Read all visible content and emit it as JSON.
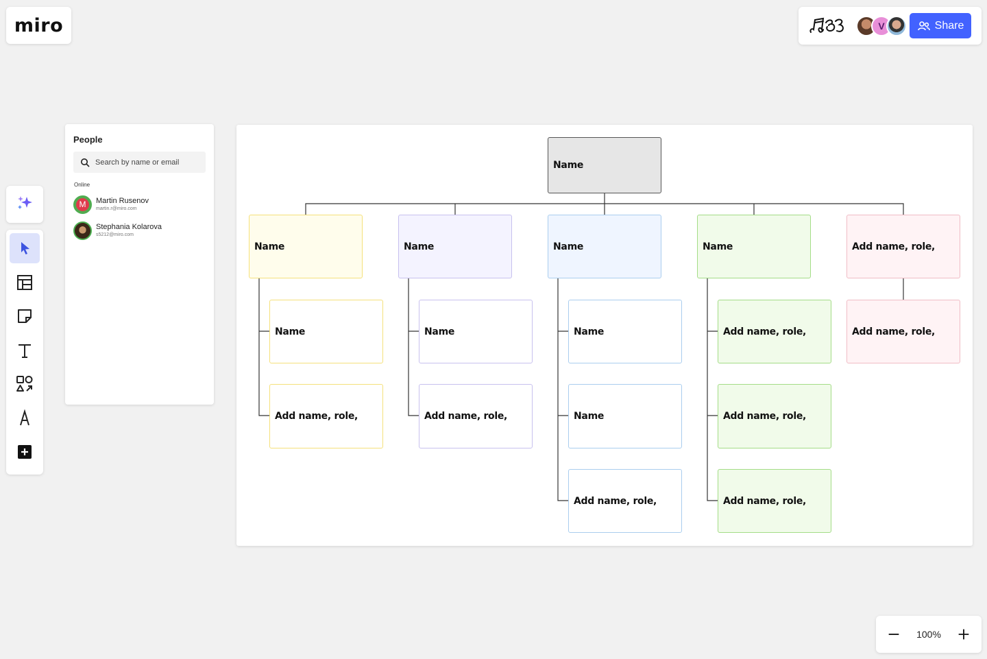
{
  "app": {
    "logo_text": "miro"
  },
  "header": {
    "share_label": "Share",
    "collaborators": [
      {
        "initial": ""
      },
      {
        "initial": "V"
      },
      {
        "initial": ""
      }
    ]
  },
  "toolbar": {
    "icons": [
      "ai-sparkle-icon",
      "select-cursor-icon",
      "templates-icon",
      "sticky-note-icon",
      "text-icon",
      "shapes-icon",
      "pen-icon",
      "add-more-icon"
    ]
  },
  "people": {
    "title": "People",
    "search_placeholder": "Search by name or email",
    "online_label": "Online",
    "users": [
      {
        "initial": "M",
        "name": "Martin Rusenov",
        "email": "martin.r@miro.com"
      },
      {
        "initial": "",
        "name": "Stephania Kolarova",
        "email": "s5212@miro.com"
      }
    ]
  },
  "org_chart": {
    "root": "Name",
    "columns": [
      {
        "head": "Name",
        "children": [
          "Name",
          "Add name, role,"
        ]
      },
      {
        "head": "Name",
        "children": [
          "Name",
          "Add name, role,"
        ]
      },
      {
        "head": "Name",
        "children": [
          "Name",
          "Name",
          "Add name, role,"
        ]
      },
      {
        "head": "Name",
        "children": [
          "Add name, role,",
          "Add name, role,",
          "Add name, role,"
        ]
      },
      {
        "head": "Add name, role,",
        "children": [
          "Add name, role,"
        ]
      }
    ]
  },
  "zoom": {
    "level": "100%"
  }
}
